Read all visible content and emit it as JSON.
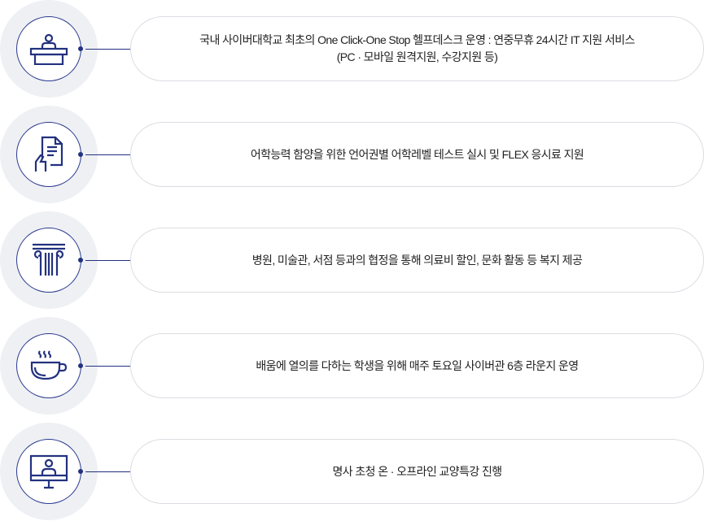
{
  "items": [
    {
      "icon": "help-desk-icon",
      "lines": [
        "국내 사이버대학교 최초의 One Click-One Stop 헬프데스크 운영 : 연중무휴 24시간 IT 지원 서비스",
        "(PC · 모바일 원격지원, 수강지원 등)"
      ]
    },
    {
      "icon": "document-hand-icon",
      "lines": [
        "어학능력 함양을 위한 언어권별 어학레벨 테스트 실시 및 FLEX 응시료 지원"
      ]
    },
    {
      "icon": "pillar-icon",
      "lines": [
        "병원, 미술관, 서점 등과의 협정을 통해 의료비 할인, 문화 활동 등 복지 제공"
      ]
    },
    {
      "icon": "coffee-cup-icon",
      "lines": [
        "배움에 열의를 다하는 학생을 위해 매주 토요일 사이버관 6층 라운지 운영"
      ]
    },
    {
      "icon": "online-lecture-icon",
      "lines": [
        "명사 초청 온 · 오프라인 교양특강 진행"
      ]
    }
  ],
  "colors": {
    "accent": "#22317f",
    "outer_circle": "#eef0f4",
    "pill_border": "#dcdde3"
  }
}
